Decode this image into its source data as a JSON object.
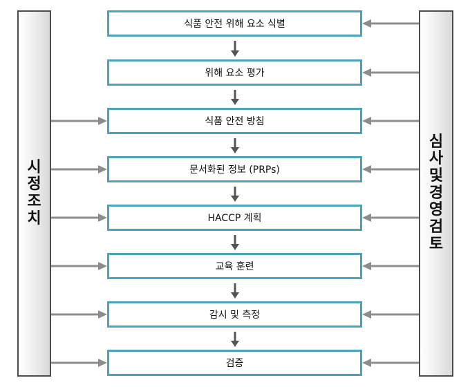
{
  "left_panel": {
    "label": "시정조치"
  },
  "right_panel": {
    "label": "심사및경영검토"
  },
  "steps": [
    {
      "label": "식품 안전 위해 요소 식별"
    },
    {
      "label": "위해 요소 평가"
    },
    {
      "label": "식품 안전 방침"
    },
    {
      "label": "문서화된 정보 (PRPs)"
    },
    {
      "label": "HACCP 계획"
    },
    {
      "label": "교육 훈련"
    },
    {
      "label": "감시 및 측정"
    },
    {
      "label": "검증"
    }
  ],
  "colors": {
    "step_border": "#4aa3bb",
    "arrow": "#8c8c8c",
    "down_arrow": "#555555",
    "panel_border": "#4d4d4d"
  }
}
